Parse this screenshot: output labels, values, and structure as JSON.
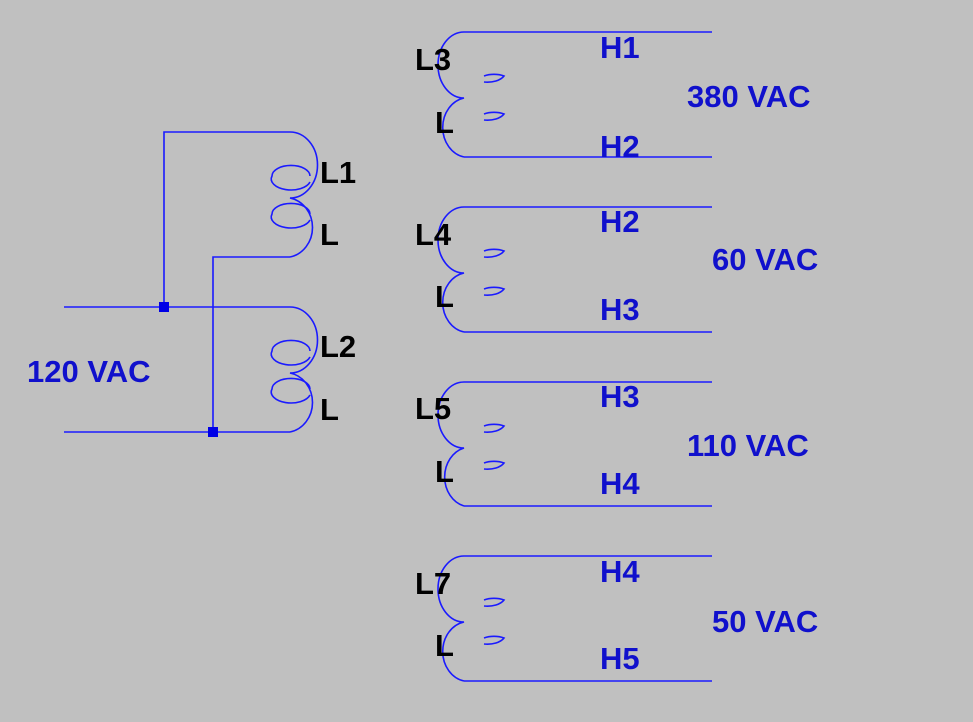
{
  "primary": {
    "voltage_label": "120 VAC",
    "coils": [
      {
        "ref": "L1",
        "value": "L"
      },
      {
        "ref": "L2",
        "value": "L"
      }
    ]
  },
  "secondaries": [
    {
      "ref": "L3",
      "value": "L",
      "top_terminal": "H1",
      "bottom_terminal": "H2",
      "voltage": "380 VAC"
    },
    {
      "ref": "L4",
      "value": "L",
      "top_terminal": "H2",
      "bottom_terminal": "H3",
      "voltage": "60 VAC"
    },
    {
      "ref": "L5",
      "value": "L",
      "top_terminal": "H3",
      "bottom_terminal": "H4",
      "voltage": "110 VAC"
    },
    {
      "ref": "L7",
      "value": "L",
      "top_terminal": "H4",
      "bottom_terminal": "H5",
      "voltage": "50 VAC"
    }
  ],
  "colors": {
    "background": "#c0c0c0",
    "wire": "#1a1aff",
    "junction": "#0000e6",
    "component_label": "#000000",
    "net_label": "#1010cc"
  }
}
